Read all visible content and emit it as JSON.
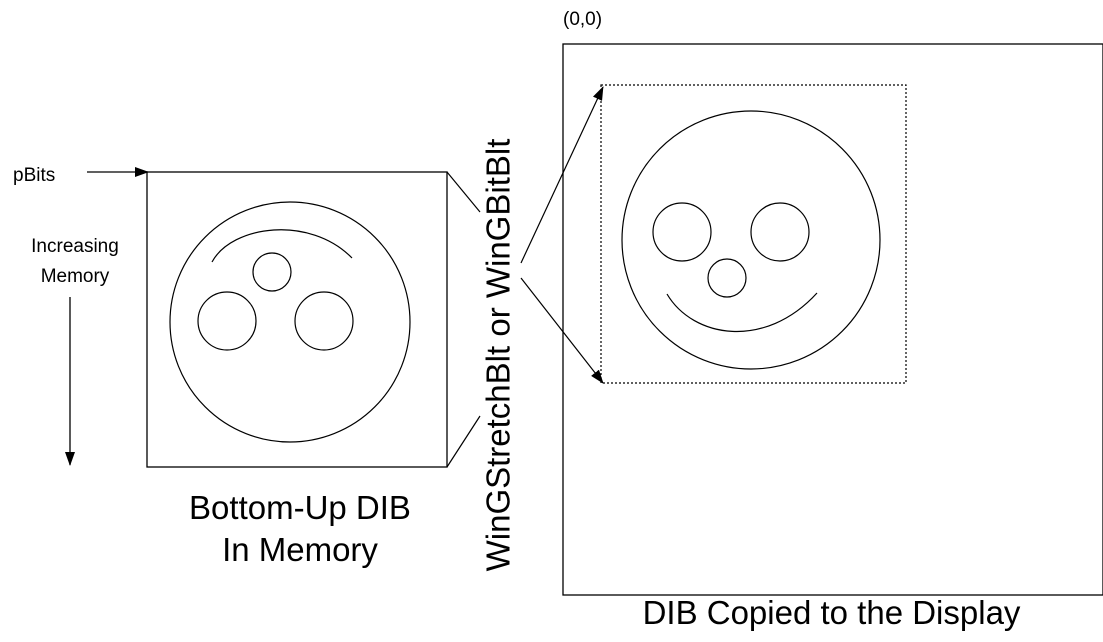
{
  "labels": {
    "pbits": "pBits",
    "increasing_memory": [
      "Increasing",
      "Memory"
    ],
    "bottom_up_dib": [
      "Bottom-Up DIB",
      "In Memory"
    ],
    "blit_functions": "WinGStretchBlt or WinGBitBlt",
    "origin": "(0,0)",
    "display_caption": "DIB Copied to the Display"
  },
  "colors": {
    "line": "#000000",
    "background": "#ffffff"
  }
}
